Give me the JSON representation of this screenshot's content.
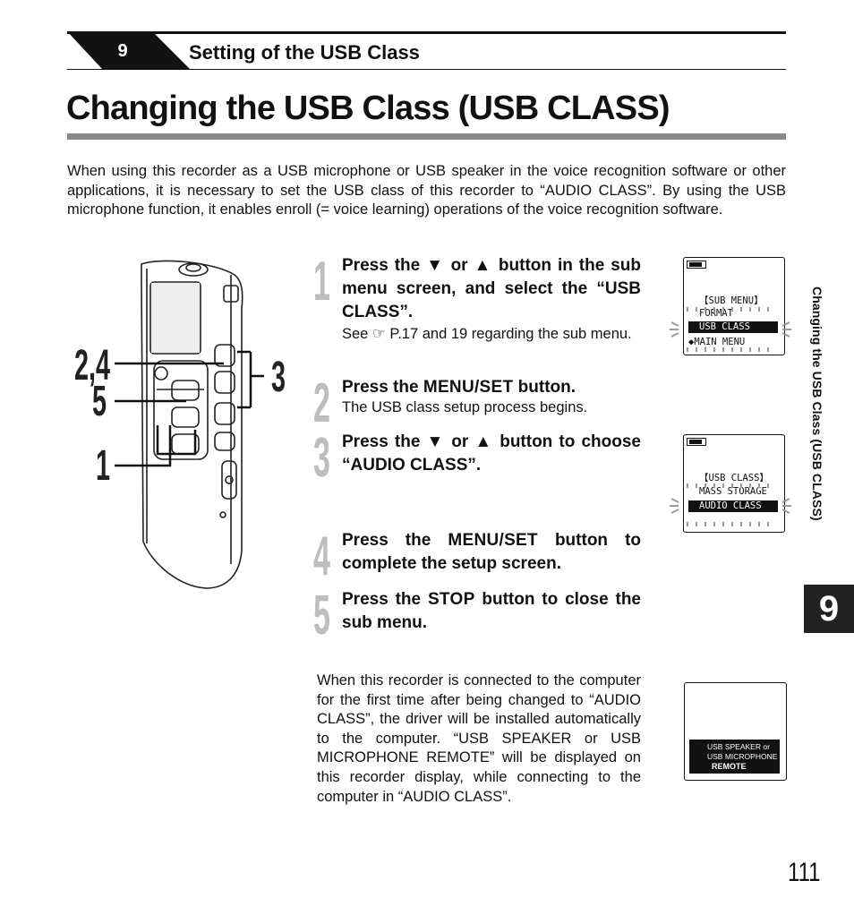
{
  "header": {
    "chapter_number": "9",
    "section_title": "Setting of the USB Class"
  },
  "page_title": "Changing the USB Class (USB CLASS)",
  "intro": "When using this recorder as a USB microphone or USB speaker in the voice recognition software or other applications, it is necessary to set the USB class of this recorder to “AUDIO CLASS”. By using the USB microphone function, it enables enroll (= voice learning) operations of the voice recognition software.",
  "figure": {
    "callouts": [
      "2,4",
      "5",
      "1",
      "3"
    ]
  },
  "steps": [
    {
      "number": "1",
      "text": "Press the ▼ or ▲ button in the sub menu screen, and select the “USB CLASS”.",
      "sub": "See ☞ P.17 and 19 regarding the sub menu."
    },
    {
      "number": "2",
      "text_pre": "Press the ",
      "key": "MENU/SET",
      "text_post": " button.",
      "sub": "The USB class setup process begins."
    },
    {
      "number": "3",
      "text": "Press the ▼ or ▲ button  to choose “AUDIO CLASS”."
    },
    {
      "number": "4",
      "text_pre": "Press the ",
      "key": "MENU/SET",
      "text_post": " button to complete the setup screen."
    },
    {
      "number": "5",
      "text_pre": "Press the ",
      "key": "STOP",
      "text_post": " button to close the sub menu."
    }
  ],
  "note": "When this recorder is connected to the computer for the first time after being changed to “AUDIO CLASS”, the driver will be installed automatically to the computer. “USB SPEAKER or USB MICROPHONE REMOTE” will be displayed on this recorder display, while connecting to the computer in  “AUDIO CLASS”.",
  "lcd1": {
    "line1": "【SUB MENU】",
    "line2": "FORMAT",
    "line3": "USB CLASS",
    "line4": "◆MAIN MENU"
  },
  "lcd2": {
    "line1": "【USB CLASS】",
    "line2": "MASS STORAGE",
    "line3": "AUDIO CLASS"
  },
  "lcd3": {
    "line1": "USB SPEAKER or",
    "line2": "USB MICROPHONE",
    "line3": "REMOTE"
  },
  "side_label": "Changing the USB Class (USB CLASS)",
  "chapter_tab": "9",
  "page_number": "111",
  "colors": {
    "rule_gray": "#888888",
    "step_number_gray": "#bdbdbd",
    "tab_black": "#111111"
  }
}
